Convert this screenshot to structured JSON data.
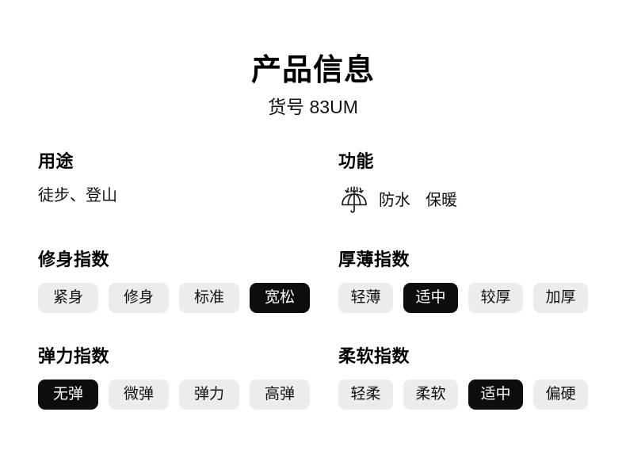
{
  "header": {
    "title": "产品信息",
    "subtitle": "货号 83UM"
  },
  "sections": {
    "usage": {
      "title": "用途",
      "value": "徒步、登山"
    },
    "function": {
      "title": "功能",
      "icon": "umbrella-waterproof-icon",
      "tags": [
        "防水",
        "保暖"
      ]
    },
    "fit_index": {
      "title": "修身指数",
      "options": [
        {
          "label": "紧身",
          "selected": false
        },
        {
          "label": "修身",
          "selected": false
        },
        {
          "label": "标准",
          "selected": false
        },
        {
          "label": "宽松",
          "selected": true
        }
      ]
    },
    "thickness_index": {
      "title": "厚薄指数",
      "options": [
        {
          "label": "轻薄",
          "selected": false
        },
        {
          "label": "适中",
          "selected": true
        },
        {
          "label": "较厚",
          "selected": false
        },
        {
          "label": "加厚",
          "selected": false
        }
      ]
    },
    "elasticity_index": {
      "title": "弹力指数",
      "options": [
        {
          "label": "无弹",
          "selected": true
        },
        {
          "label": "微弹",
          "selected": false
        },
        {
          "label": "弹力",
          "selected": false
        },
        {
          "label": "高弹",
          "selected": false
        }
      ]
    },
    "softness_index": {
      "title": "柔软指数",
      "options": [
        {
          "label": "轻柔",
          "selected": false
        },
        {
          "label": "柔软",
          "selected": false
        },
        {
          "label": "适中",
          "selected": true
        },
        {
          "label": "偏硬",
          "selected": false
        }
      ]
    }
  },
  "colors": {
    "background": "#ffffff",
    "text": "#111111",
    "chip_background": "#ececec",
    "chip_selected_background": "#0d0d0d",
    "chip_selected_text": "#ffffff"
  }
}
